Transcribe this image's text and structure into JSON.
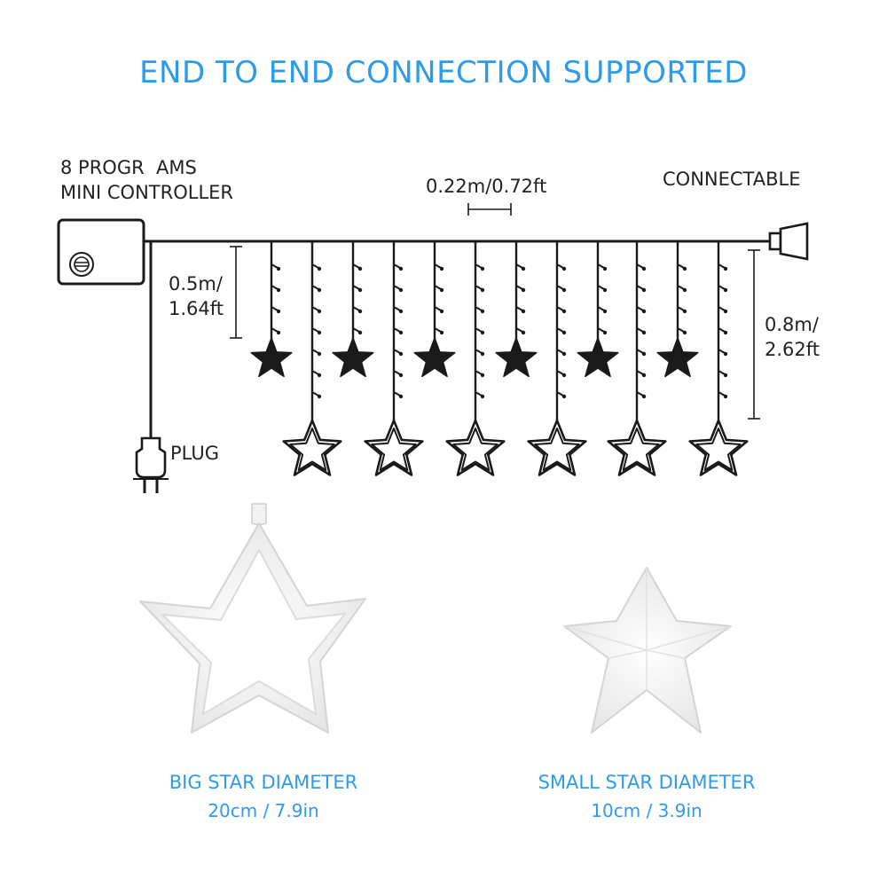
{
  "title": "END TO END CONNECTION SUPPORTED",
  "controller": {
    "line1": "8 PROGR  AMS",
    "line2": "MINI CONTROLLER"
  },
  "spacing_label": "0.22m/0.72ft",
  "connectable_label": "CONNECTABLE",
  "short_drop": {
    "line1": "0.5m/",
    "line2": "1.64ft"
  },
  "long_drop": {
    "line1": "0.8m/",
    "line2": "2.62ft"
  },
  "plug_label": "PLUG",
  "big_star": {
    "caption": "BIG STAR DIAMETER",
    "size": "20cm / 7.9in"
  },
  "small_star": {
    "caption": "SMALL STAR DIAMETER",
    "size": "10cm / 3.9in"
  },
  "colors": {
    "accent": "#2f9be8",
    "line": "#1a1a1a"
  },
  "icons": [
    "controller-icon",
    "plug-icon",
    "connector-icon",
    "star-icon"
  ]
}
